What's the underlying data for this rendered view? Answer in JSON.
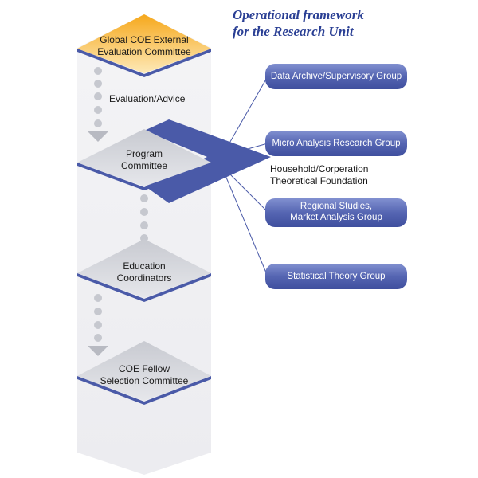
{
  "title": {
    "line1": "Operational framework",
    "line2": "for the Research Unit"
  },
  "nodes": {
    "external_committee": {
      "line1": "Global COE External",
      "line2": "Evaluation Committee"
    },
    "program_committee": {
      "line1": "Program",
      "line2": "Committee"
    },
    "education_coordinators": {
      "line1": "Education",
      "line2": "Coordinators"
    },
    "fellow_selection": {
      "line1": "COE Fellow",
      "line2": "Selection Committee"
    }
  },
  "edge_label": "Evaluation/Advice",
  "groups": {
    "data_archive": {
      "line1": "Data Archive/Supervisory Group"
    },
    "micro_analysis": {
      "line1": "Micro Analysis Research Group"
    },
    "regional_studies": {
      "line1": "Regional Studies,",
      "line2": "Market Analysis Group"
    },
    "statistical_theory": {
      "line1": "Statistical Theory Group"
    }
  },
  "foundation_note": {
    "line1": "Household/Corperation",
    "line2": "Theoretical Foundation"
  },
  "colors": {
    "orange_top": "#f6a81c",
    "orange_bottom": "#fde9b8",
    "diamond_gray": "#d2d4da",
    "navy": "#4a5aa8",
    "pill_blue": "#5b6bb6",
    "column": "#f1f1f3",
    "dot": "#c6c8cf"
  }
}
